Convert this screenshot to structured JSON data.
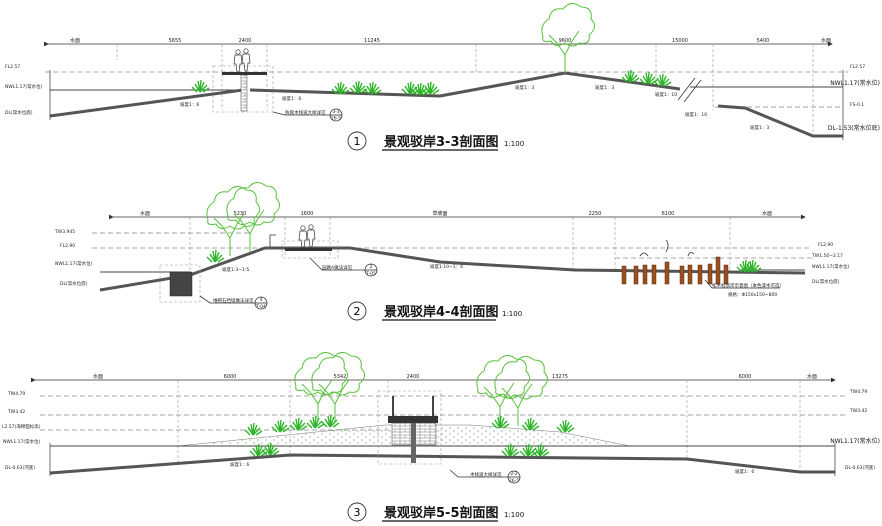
{
  "colors": {
    "vegetation": "#2fb52a",
    "tree": "#55c23a",
    "post": "#9a5020",
    "line": "#333333"
  },
  "section1": {
    "dims": [
      "水面",
      "5655",
      "2400",
      "11245",
      "9600",
      "15000",
      "5400",
      "水面"
    ],
    "left_levels": [
      "FL2.57",
      "NWL1.17(常水位)",
      "DL(常水位底)"
    ],
    "right_levels": [
      "FL2.57",
      "NWL1.17(常水位)",
      "FS-0.1",
      "DL-1.53(常水位底)"
    ],
    "slopes": [
      "坡度1：6",
      "坡度1：6",
      "坡度1：3",
      "坡度1：3",
      "坡度1：10",
      "坡度1：10",
      "坡度1：3"
    ],
    "callout": "防腐木栈道大样详见",
    "callout_ref": "3-3",
    "callout_sheet": "26-5",
    "number": "1",
    "title": "景观驳岸3-3剖面图",
    "scale": "1:100"
  },
  "section2": {
    "dims": [
      "水面",
      "5230",
      "1600",
      "草坡面",
      "2250",
      "6100",
      "水面"
    ],
    "left_levels": [
      "TW3.945",
      "FL2.90",
      "NWL1.17(常水位)",
      "DL(常水位底)"
    ],
    "right_levels": [
      "FL2.90",
      "TW1.50~2.17",
      "NWL1.17(常水位)",
      "DL(常水位底)"
    ],
    "slopes": [
      "坡度1:3~1:5",
      "坡度1:10~1：6"
    ],
    "callout_wall": "堆砌石挡墙做法详见",
    "wall_ref": "4",
    "wall_sheet": "T-04",
    "callout_path": "园路A做法详见",
    "path_ref": "2",
    "path_sheet": "T-05",
    "callout_piles": "松木桩驳岸示意图（本色漆木可选）",
    "piles_spec": "规格：Φ150x150~800",
    "number": "2",
    "title": "景观驳岸4-4剖面图",
    "scale": "1:100"
  },
  "section3": {
    "dims": [
      "水面",
      "6000",
      "5342",
      "2400",
      "13275",
      "6000",
      "水面"
    ],
    "left_levels": [
      "TW4.79",
      "TW3.42",
      "L2.57(海绵面标高)",
      "NWL1.17(常水位)",
      "DL-0.63(河底)"
    ],
    "right_levels": [
      "TW4.79",
      "TW3.42",
      "NWL1.17(常水位)",
      "DL-0.63(河底)"
    ],
    "slopes": [
      "坡度1：6",
      "坡度1：6"
    ],
    "callout": "木栈道大样详见",
    "callout_ref": "2-2",
    "callout_sheet": "26-5",
    "number": "3",
    "title": "景观驳岸5-5剖面图",
    "scale": "1:100"
  }
}
